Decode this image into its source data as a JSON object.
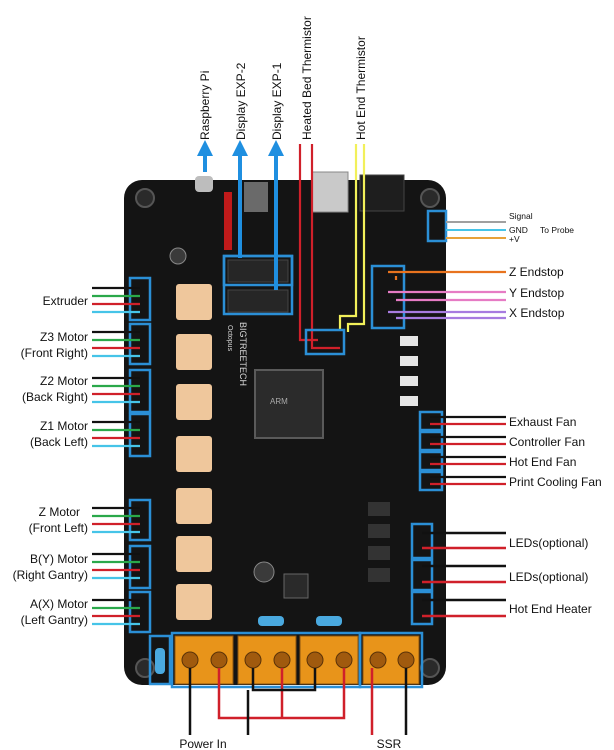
{
  "top_labels": {
    "raspberry_pi": "Raspberry Pi",
    "display_exp2": "Display EXP-2",
    "display_exp1": "Display EXP-1",
    "heated_bed_thermistor": "Heated Bed Thermistor",
    "hot_end_thermistor": "Hot End Thermistor"
  },
  "probe": {
    "signal": "Signal",
    "gnd": "GND",
    "vplus": "+V",
    "to_probe": "To Probe"
  },
  "left_labels": {
    "extruder": "Extruder",
    "z3_line1": "Z3 Motor",
    "z3_line2": "(Front Right)",
    "z2_line1": "Z2 Motor",
    "z2_line2": "(Back Right)",
    "z1_line1": "Z1 Motor",
    "z1_line2": "(Back Left)",
    "z_line1": "Z Motor",
    "z_line2": "(Front Left)",
    "by_line1": "B(Y) Motor",
    "by_line2": "(Right Gantry)",
    "ax_line1": "A(X) Motor",
    "ax_line2": "(Left Gantry)"
  },
  "right_labels": {
    "z_endstop": "Z Endstop",
    "y_endstop": "Y Endstop",
    "x_endstop": "X Endstop",
    "exhaust_fan": "Exhaust Fan",
    "controller_fan": "Controller Fan",
    "hot_end_fan": "Hot End Fan",
    "print_cooling_fan": "Print Cooling Fan",
    "leds_1": "LEDs(optional)",
    "leds_2": "LEDs(optional)",
    "hot_end_heater": "Hot End Heater"
  },
  "bottom_labels": {
    "power_in": "Power In",
    "ssr": "SSR"
  },
  "board_silkscreen": {
    "brand": "BIGTREETECH",
    "model": "Octopus"
  },
  "colors": {
    "highlight_blue": "#2b8fd6",
    "arrow_blue": "#1f8fe0",
    "wire_red": "#d0202a",
    "wire_black": "#111111",
    "wire_green": "#2aa84a",
    "wire_cyan": "#46c4e8",
    "wire_orange": "#e8731e",
    "wire_pink": "#e67bc4",
    "wire_purple": "#a77be0",
    "wire_yellow": "#f2f05a",
    "wire_gray": "#a0a0a0",
    "pcb": "#141414",
    "terminal_orange": "#e8941a"
  }
}
